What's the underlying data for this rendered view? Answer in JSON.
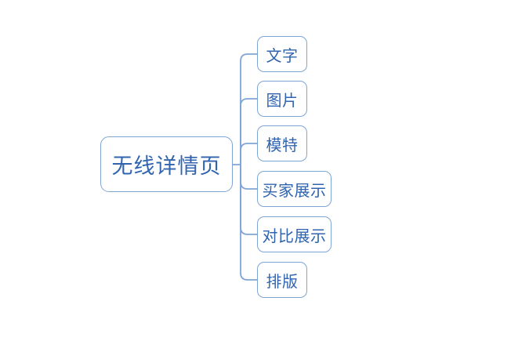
{
  "diagram": {
    "type": "mindmap",
    "background_color": "#ffffff",
    "border_color": "#7FA5D6",
    "connector_color": "#7FA5D6",
    "text_color": "#3064AF",
    "root": {
      "label": "无线详情页"
    },
    "children": [
      {
        "label": "文字"
      },
      {
        "label": "图片"
      },
      {
        "label": "模特"
      },
      {
        "label": "买家展示"
      },
      {
        "label": "对比展示"
      },
      {
        "label": "排版"
      }
    ]
  }
}
